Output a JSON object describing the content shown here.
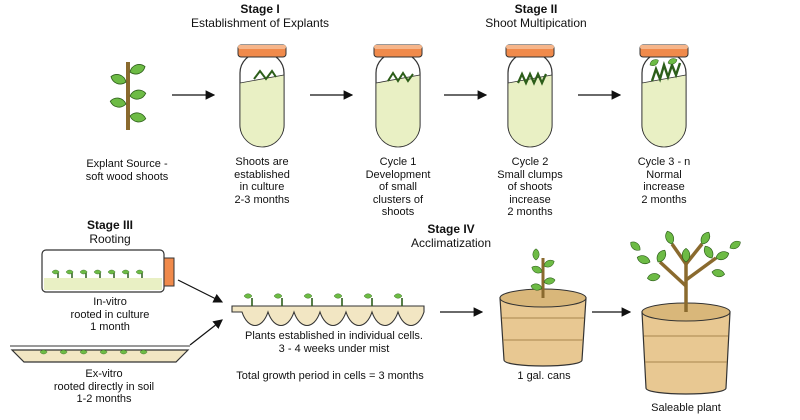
{
  "stages": {
    "stage1": {
      "title": "Stage I",
      "subtitle": "Establishment of Explants"
    },
    "stage2": {
      "title": "Stage II",
      "subtitle": "Shoot Multipication"
    },
    "stage3": {
      "title": "Stage III",
      "subtitle": "Rooting"
    },
    "stage4": {
      "title": "Stage IV",
      "subtitle": "Acclimatization"
    }
  },
  "labels": {
    "explant_source": "Explant Source -\nsoft wood shoots",
    "shoots_established": "Shoots are\nestablished\nin culture\n2-3 months",
    "cycle1": "Cycle 1\nDevelopment\nof small\nclusters of\nshoots",
    "cycle2": "Cycle 2\nSmall clumps\nof shoots\nincrease\n2 months",
    "cycle3": "Cycle 3 - n\nNormal\nincrease\n2 months",
    "in_vitro": "In-vitro\nrooted in culture\n1 month",
    "ex_vitro": "Ex-vitro\nrooted directly in soil\n1-2 months",
    "cells": "Plants established in individual cells.\n3 - 4 weeks under mist",
    "growth_period": "Total growth period in cells = 3 months",
    "cans": "1 gal. cans",
    "saleable": "Saleable plant"
  },
  "colors": {
    "medium": "#e9f0c4",
    "cap": "#f08a4b",
    "leaf": "#6dbb45",
    "stem": "#8a6a2e",
    "pot": "#e8c892",
    "tray": "#f2e6c3"
  }
}
